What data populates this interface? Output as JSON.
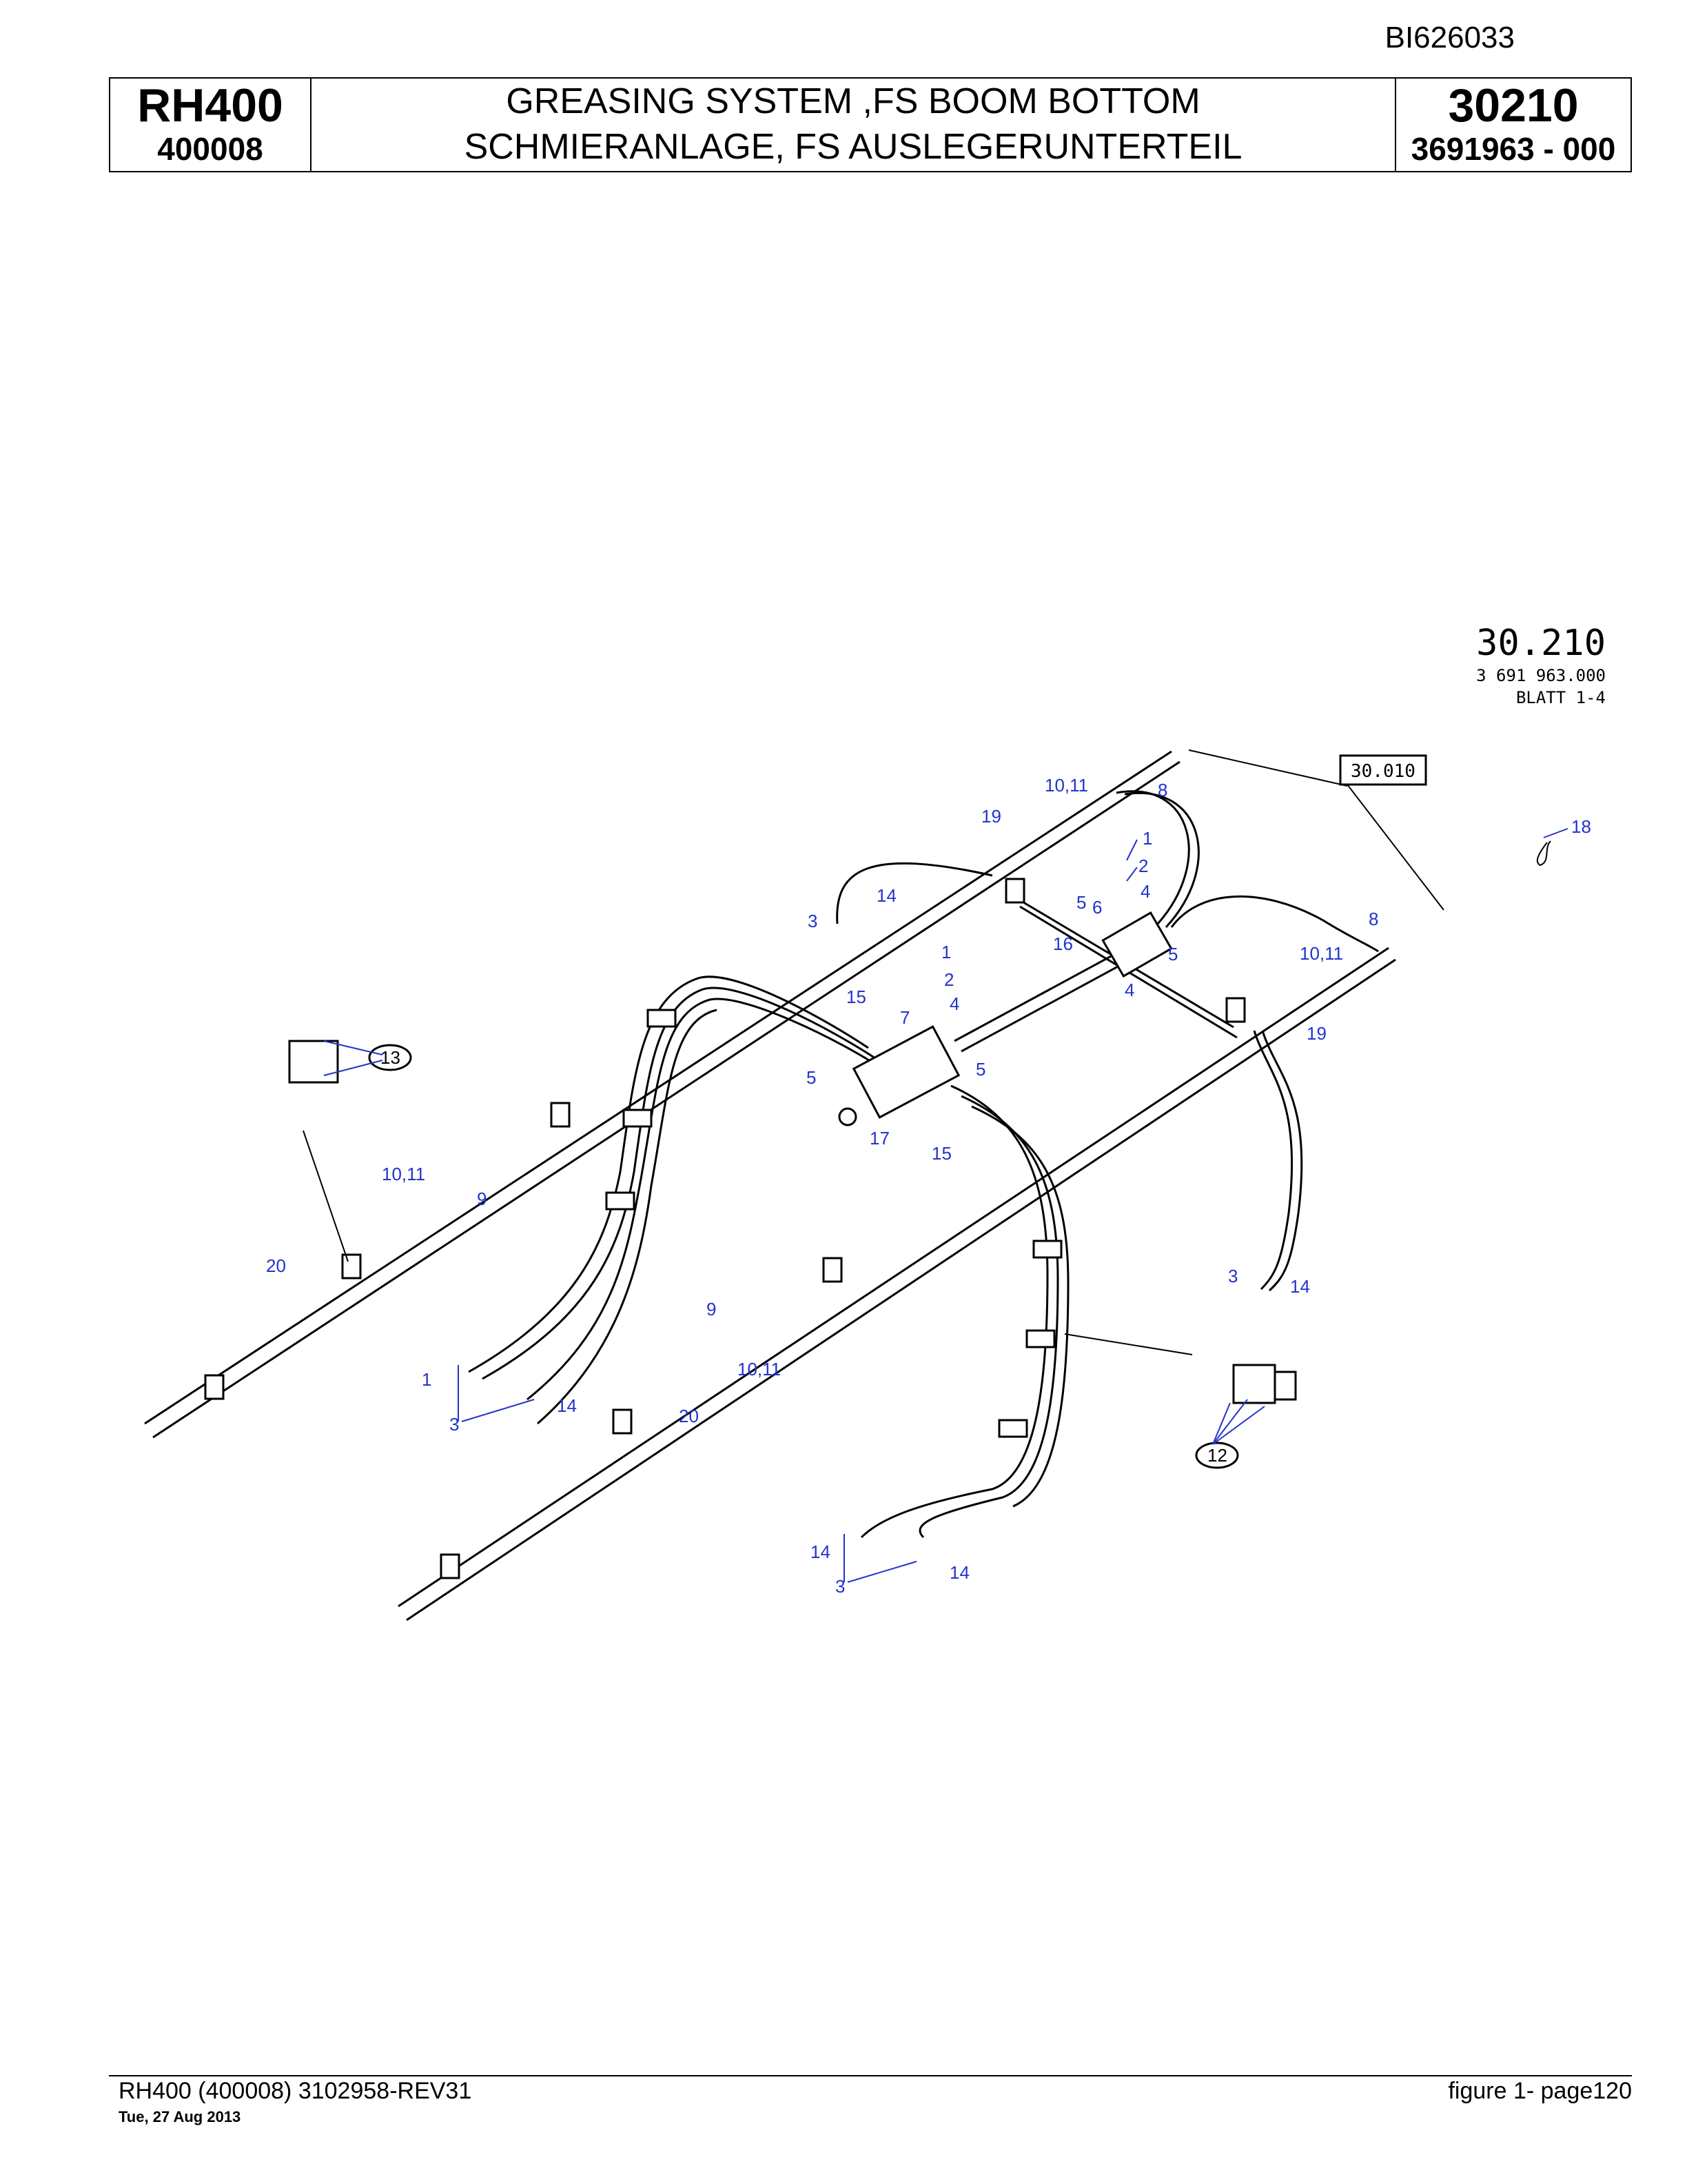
{
  "doc_id": "BI626033",
  "header": {
    "model": "RH400",
    "serial": "400008",
    "title_en": "GREASING SYSTEM ,FS BOOM BOTTOM",
    "title_de": "SCHMIERANLAGE, FS AUSLEGERUNTERTEIL",
    "group": "30210",
    "part_no": "3691963  - 000"
  },
  "drawing": {
    "ref_number": "30.210",
    "ref_part": "3 691 963.000",
    "ref_sheet": "BLATT 1-4",
    "callout_box": "30.010",
    "callouts": [
      "1",
      "2",
      "3",
      "4",
      "5",
      "6",
      "7",
      "8",
      "9",
      "10,11",
      "12",
      "13",
      "14",
      "15",
      "16",
      "17",
      "18",
      "19",
      "20"
    ]
  },
  "footer": {
    "left": "RH400 (400008) 3102958-REV31",
    "date": "Tue, 27 Aug 2013",
    "right": "figure  1- page120"
  }
}
